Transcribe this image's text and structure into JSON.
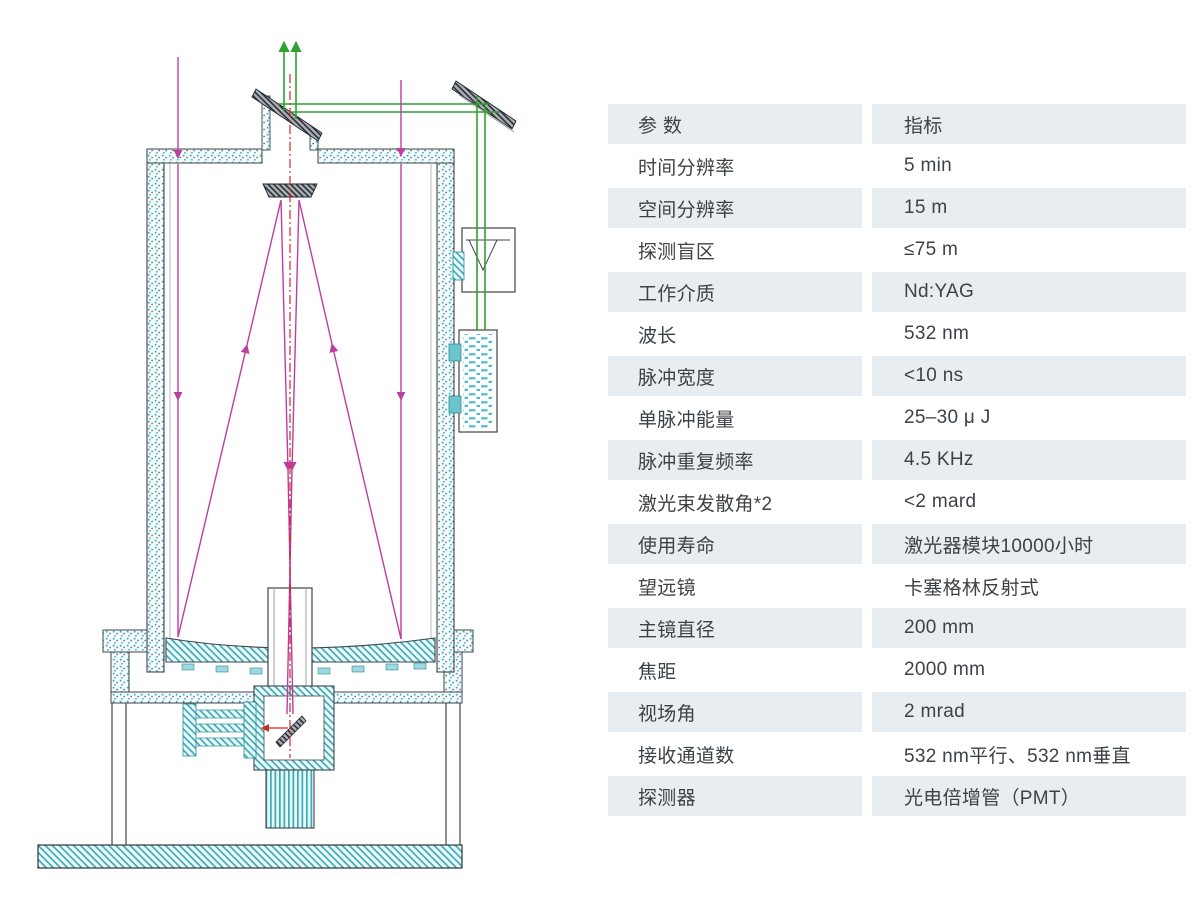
{
  "diagram": {
    "name": "lidar-optical-layout-schematic",
    "parts": [
      "exit-mirror",
      "folding-mirror",
      "beam-expander",
      "laser-head",
      "telescope-tube",
      "secondary-mirror",
      "primary-mirror",
      "detector-assembly",
      "photomultiplier-tube",
      "mount-assembly",
      "support-legs",
      "base-plate"
    ],
    "colors": {
      "teal": "#3aacb8",
      "green_beam": "#2ea12e",
      "magenta_rays": "#bb3f9f",
      "red_axis": "#d1272b",
      "outline": "#3f444a"
    }
  },
  "table": {
    "alt_row_color": "#e7edf1",
    "text_color": "#3d4246",
    "rows": [
      {
        "param": "参  数",
        "value": "指标"
      },
      {
        "param": "时间分辨率",
        "value": "5 min"
      },
      {
        "param": "空间分辨率",
        "value": "15 m"
      },
      {
        "param": "探测盲区",
        "value": "≤75 m"
      },
      {
        "param": "工作介质",
        "value": "Nd:YAG"
      },
      {
        "param": "波长",
        "value": "532 nm"
      },
      {
        "param": "脉冲宽度",
        "value": "<10 ns"
      },
      {
        "param": "单脉冲能量",
        "value": "25–30 μ J"
      },
      {
        "param": "脉冲重复频率",
        "value": "4.5 KHz"
      },
      {
        "param": "激光束发散角*2",
        "value": "<2 mard"
      },
      {
        "param": "使用寿命",
        "value": "激光器模块10000小时"
      },
      {
        "param": "望远镜",
        "value": "卡塞格林反射式"
      },
      {
        "param": "主镜直径",
        "value": "200 mm"
      },
      {
        "param": "焦距",
        "value": "2000 mm"
      },
      {
        "param": "视场角",
        "value": "2 mrad"
      },
      {
        "param": "接收通道数",
        "value": "532 nm平行、532 nm垂直"
      },
      {
        "param": "探测器",
        "value": "光电倍增管（PMT）"
      }
    ]
  }
}
